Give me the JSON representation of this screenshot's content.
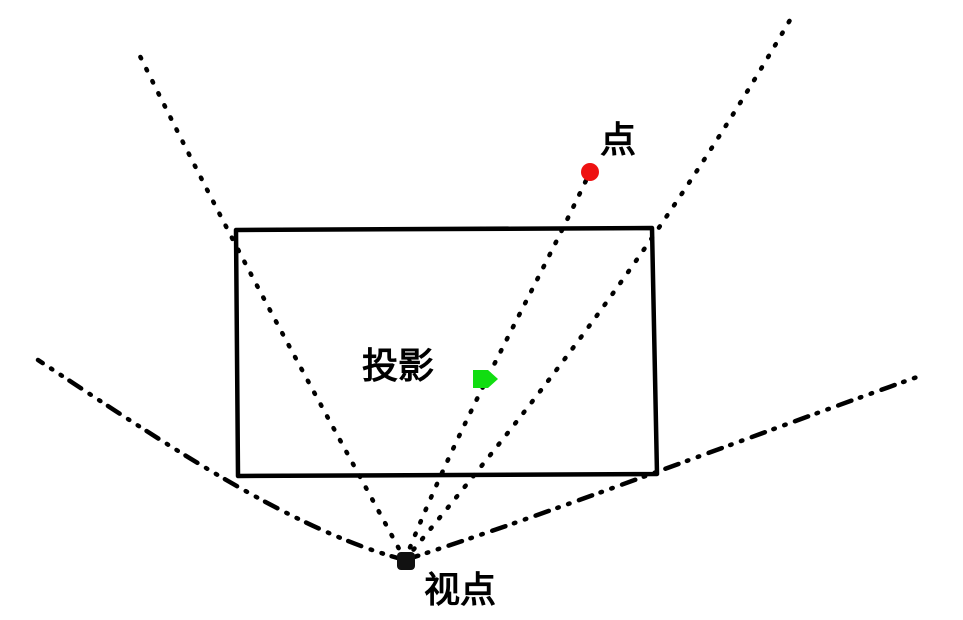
{
  "labels": {
    "point": "点",
    "projection": "投影",
    "viewpoint": "视点"
  },
  "colors": {
    "point": "#ee1111",
    "projection": "#11dd11",
    "viewpoint": "#111111",
    "stroke": "#000000"
  }
}
